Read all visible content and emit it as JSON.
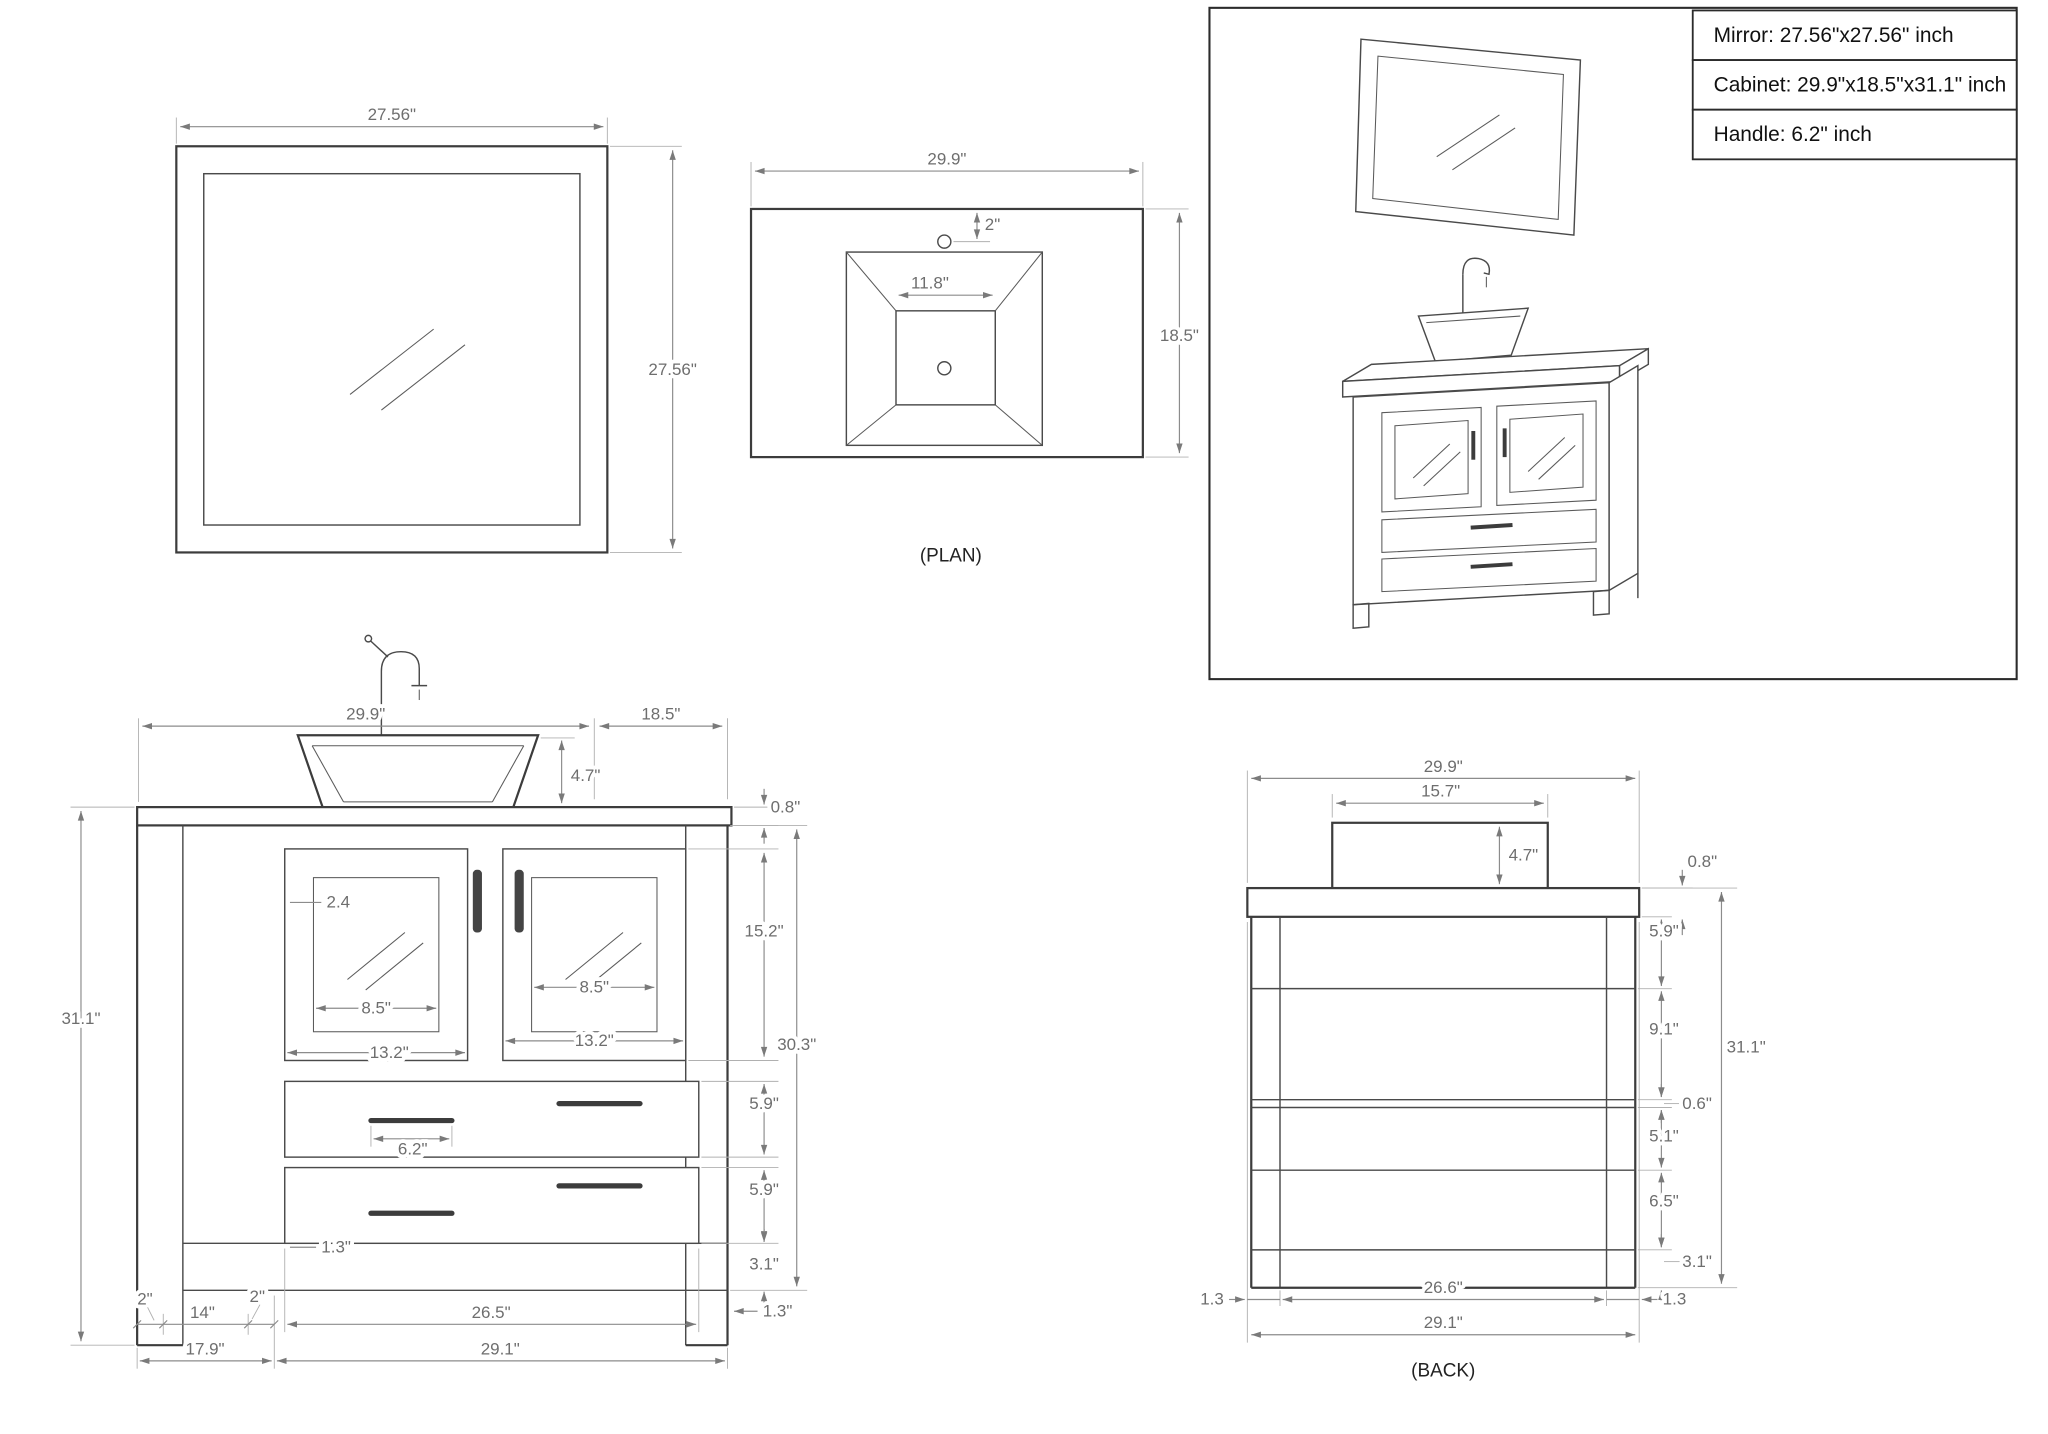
{
  "page": {
    "background": "#ffffff",
    "line_color": "#3c3c3c",
    "dim_color": "#6e6e6e"
  },
  "legend": {
    "rows": [
      "Mirror: 27.56\"x27.56\"  inch",
      "Cabinet: 29.9\"x18.5\"x31.1\"  inch",
      "Handle: 6.2\"  inch"
    ]
  },
  "mirror_view": {
    "width": "27.56\"",
    "height": "27.56\""
  },
  "plan_view": {
    "caption": "(PLAN)",
    "top_width": "29.9\"",
    "faucet_hole_offset": "2\"",
    "basin_width": "11.8\"",
    "depth": "18.5\""
  },
  "front_view": {
    "cabinet_width": "29.9\"",
    "cabinet_depth": "18.5\"",
    "vessel_height": "4.7\"",
    "counter_thickness": "0.8\"",
    "door_frame_width": "2.4",
    "door_height": "15.2\"",
    "glass_width_left": "8.5\"",
    "glass_width_right": "8.5\"",
    "door_width_left": "13.2\"",
    "door_width_right": "13.2\"",
    "body_height": "30.3\"",
    "drawer_height_top": "5.9\"",
    "handle_length": "6.2\"",
    "drawer_height_bottom": "5.9\"",
    "base_rail_height": "3.1\"",
    "total_height": "31.1\"",
    "rail_inset": "1.3\"",
    "leg_front_depth": "2\"",
    "leg_back_depth": "2\"",
    "leg_spacing": "14\"",
    "side_depth": "17.9\"",
    "inner_width": "26.5\"",
    "overall_width": "29.1\"",
    "toe_offset": "1.3\""
  },
  "back_view": {
    "caption": "(BACK)",
    "top_width": "29.9\"",
    "platform_width": "15.7\"",
    "platform_height": "4.7\"",
    "counter_thickness": "0.8\"",
    "top_rail_height": "5.9\"",
    "upper_opening": "9.1\"",
    "mid_rail": "0.6\"",
    "mid_panel": "5.1\"",
    "lower_opening": "6.5\"",
    "bottom_rail": "3.1\"",
    "total_height": "31.1\"",
    "leg_left": "1.3",
    "inner_width": "26.6\"",
    "leg_right": "1.3",
    "overall_width": "29.1\""
  }
}
